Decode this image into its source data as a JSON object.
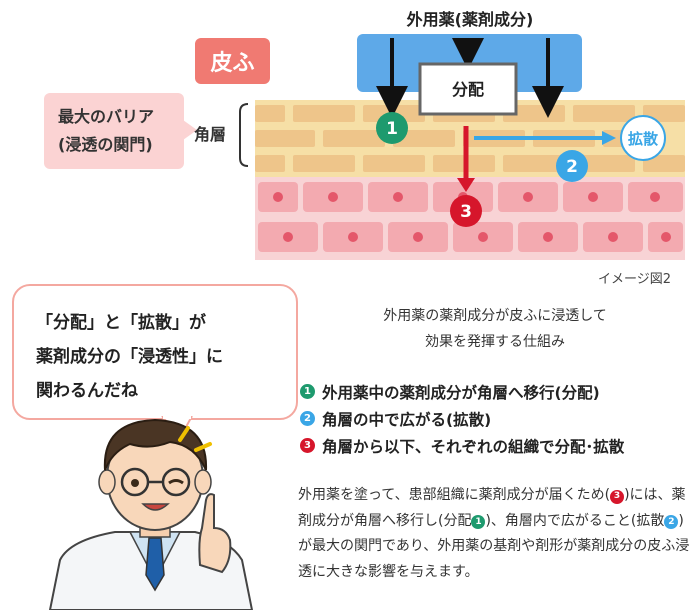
{
  "diagram": {
    "title": "外用薬(薬剤成分)",
    "partition_label": "分配",
    "skin_badge": "皮ふ",
    "barrier_line1": "最大のバリア",
    "barrier_line2": "(浸透の関門)",
    "corneum_label": "角層",
    "diffusion_label": "拡散",
    "marker1": "1",
    "marker2": "2",
    "marker3": "3",
    "figure_caption": "イメージ図2"
  },
  "speech_bubble": {
    "line1": "「分配」と「拡散」が",
    "line2": "薬剤成分の「浸透性」に",
    "line3": "関わるんだね"
  },
  "intro": {
    "line1": "外用薬の薬剤成分が皮ふに浸透して",
    "line2": "効果を発揮する仕組み"
  },
  "steps": [
    {
      "num": "1",
      "text": "外用薬中の薬剤成分が角層へ移行(分配)"
    },
    {
      "num": "2",
      "text": "角層の中で広がる(拡散)"
    },
    {
      "num": "3",
      "text": "角層から以下、それぞれの組織で分配･拡散"
    }
  ],
  "description": {
    "p1": "外用薬を塗って、患部組織に薬剤成分が届くため(",
    "n3": "3",
    "p2": ")には、薬剤成分が角層へ移行し(分配",
    "n1": "1",
    "p3": ")、角層内で広がること(拡散",
    "n2": "2",
    "p4": ")が最大の関門であり、外用薬の基剤や剤形が薬剤成分の皮ふ浸透に大きな影響を与えます。"
  },
  "colors": {
    "drug_box": "#5ea9e8",
    "corneum": "#f6dfa6",
    "brick": "#eec58a",
    "tissue": "#f8d3d5",
    "cell": "#f3aab0",
    "cell_nucleus": "#e4576a",
    "marker_green": "#1e9a6e",
    "marker_blue": "#3aa6e6",
    "marker_red": "#d6162b",
    "speech_border": "#f4a8a0"
  }
}
